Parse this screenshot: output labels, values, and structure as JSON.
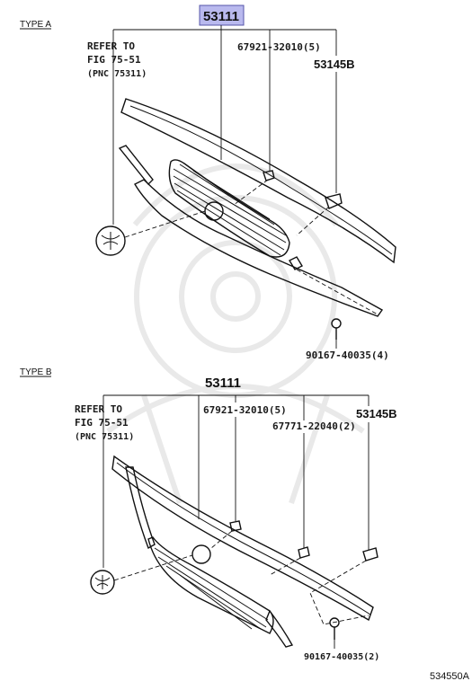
{
  "type_a": {
    "heading": "TYPE A",
    "main_part": "53111",
    "refer_line1": "REFER TO",
    "refer_line2": "FIG 75-51",
    "refer_line3": "(PNC 75311)",
    "clip_part": "67921-32010(5)",
    "bracket_part": "53145B",
    "screw_part": "90167-40035(4)"
  },
  "type_b": {
    "heading": "TYPE B",
    "main_part": "53111",
    "refer_line1": "REFER TO",
    "refer_line2": "FIG 75-51",
    "refer_line3": "(PNC 75311)",
    "clip_part": "67921-32010(5)",
    "clip2_part": "67771-22040(2)",
    "bracket_part": "53145B",
    "screw_part": "90167-40035(2)"
  },
  "figure_code": "534550A",
  "colors": {
    "highlight_fill": "#b9b9ee",
    "highlight_stroke": "#5555aa",
    "ink": "#111111"
  }
}
